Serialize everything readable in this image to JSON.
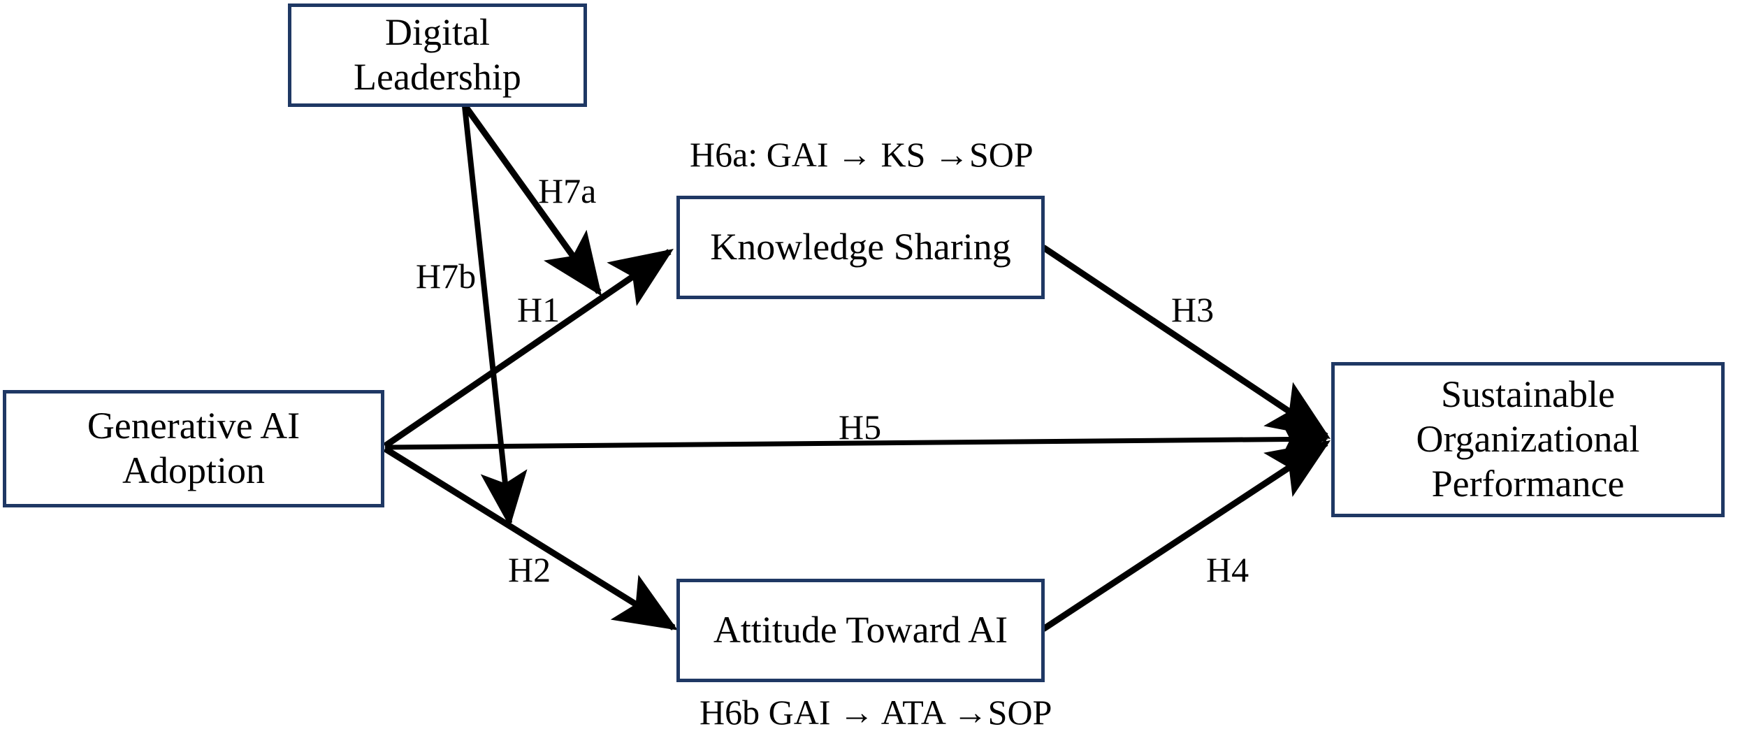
{
  "diagram": {
    "type": "conceptual-research-model",
    "background_color": "#ffffff",
    "box_border_color": "#1f3864",
    "line_color": "#000000",
    "nodes": [
      {
        "id": "digital_leadership",
        "label": "Digital Leadership"
      },
      {
        "id": "knowledge_sharing",
        "label": "Knowledge Sharing"
      },
      {
        "id": "generative_ai_adoption",
        "label": "Generative AI Adoption"
      },
      {
        "id": "attitude_toward_ai",
        "label": "Attitude Toward AI"
      },
      {
        "id": "sustainable_org_performance",
        "label": "Sustainable\nOrganizational\nPerformance"
      }
    ],
    "path_labels": [
      {
        "id": "h7a",
        "label": "H7a"
      },
      {
        "id": "h7b",
        "label": "H7b"
      },
      {
        "id": "h1",
        "label": "H1"
      },
      {
        "id": "h2",
        "label": "H2"
      },
      {
        "id": "h3",
        "label": "H3"
      },
      {
        "id": "h4",
        "label": "H4"
      },
      {
        "id": "h5",
        "label": "H5"
      }
    ],
    "mediation_labels": [
      {
        "id": "h6a",
        "label": "H6a: GAI → KS →SOP"
      },
      {
        "id": "h6b",
        "label": "H6b GAI → ATA →SOP"
      }
    ]
  }
}
